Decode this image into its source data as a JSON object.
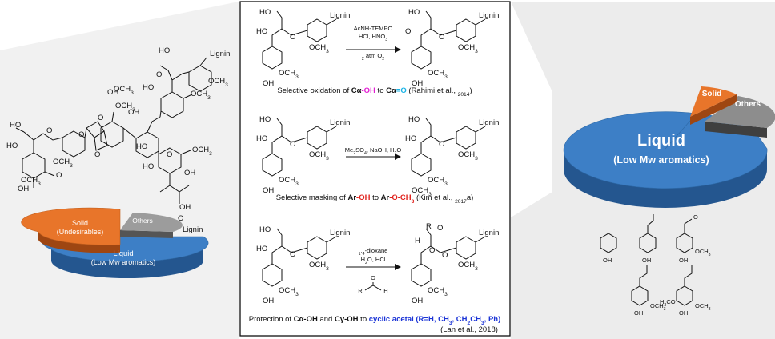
{
  "colors": {
    "liquid": "#3d7fc6",
    "liquid_dark": "#24568f",
    "solid": "#e8752a",
    "solid_dark": "#9e4612",
    "others": "#9c9c9c",
    "others_dark": "#555555",
    "hydroxyl_magenta": "#e21fd2",
    "hydroxyl_blue": "#1a33d6",
    "ketone_cyan": "#19b3e6",
    "masked_red": "#e0211c",
    "acetal_blue": "#1a33d6"
  },
  "left_structure": {
    "group_labels": [
      "HO",
      "HO",
      "OH",
      "O",
      "O",
      "O",
      "O",
      "O",
      "O",
      "O",
      "OCH3",
      "OCH3",
      "OCH3",
      "OCH3",
      "OCH3",
      "OCH3",
      "OCH3",
      "HO",
      "OH",
      "HO",
      "HO",
      "OH",
      "OH",
      "HO",
      "OH",
      "O",
      "Lignin",
      "Lignin"
    ]
  },
  "left_pie": {
    "solid_label": "Solid",
    "solid_sub": "(Undesirables)",
    "others_label": "Others",
    "liquid_label": "Liquid",
    "liquid_sub": "(Low Mw aromatics)"
  },
  "right_pie": {
    "liquid_label": "Liquid",
    "liquid_sub": "(Low Mw aromatics)",
    "solid_label": "Solid",
    "others_label": "Others"
  },
  "reactions": [
    {
      "reactant_labels": [
        "HO",
        "HO",
        "O",
        "OCH3",
        "OCH3",
        "OH",
        "Lignin"
      ],
      "reagents": [
        "AcNH-TEMPO",
        "HCl, HNO3",
        "2 atm O2"
      ],
      "product_labels": [
        "HO",
        "O",
        "O",
        "OCH3",
        "OCH3",
        "OH",
        "Lignin"
      ],
      "caption": {
        "t1": "Selective oxidation of ",
        "t2": "Cα",
        "t3": "-OH",
        "t4": " to ",
        "t5": "Cα",
        "t6": "=O",
        "t7": " (Rahimi et al., 2014)"
      }
    },
    {
      "reactant_labels": [
        "HO",
        "HO",
        "O",
        "OCH3",
        "OCH3",
        "OH",
        "Lignin"
      ],
      "reagents": [
        "Me2SO4, NaOH, H2O"
      ],
      "product_labels": [
        "HO",
        "HO",
        "O",
        "OCH3",
        "OCH3",
        "OCH3",
        "Lignin"
      ],
      "caption": {
        "t1": "Selective masking of ",
        "t2": "Ar",
        "t3": "-OH",
        "t4": " to ",
        "t5": "Ar",
        "t6": "-O-CH3",
        "t7": " (Kim et al., 2017a)"
      }
    },
    {
      "reactant_labels": [
        "HO",
        "HO",
        "O",
        "OCH3",
        "OCH3",
        "OH",
        "Lignin"
      ],
      "reagents": [
        "1,4-dioxane",
        "H2O, HCl",
        "O",
        "R",
        "H"
      ],
      "product_labels": [
        "R",
        "H",
        "O",
        "O",
        "O",
        "OCH3",
        "OCH3",
        "OH",
        "Lignin"
      ],
      "caption": {
        "t1": "Protection of ",
        "t2": "Cα-OH",
        "t3": " and ",
        "t4": "Cγ-OH",
        "t5": " to ",
        "t6": "cyclic acetal",
        "t7": " (R=H, CH3, CH2CH3, Ph)",
        "t8": "(Lan et al., 2018)"
      }
    }
  ],
  "monomers": {
    "labels": [
      "OH",
      "OH",
      "OH",
      "OCH3",
      "OH",
      "OCH3",
      "OH",
      "H3CO",
      "OCH3",
      "O"
    ]
  }
}
